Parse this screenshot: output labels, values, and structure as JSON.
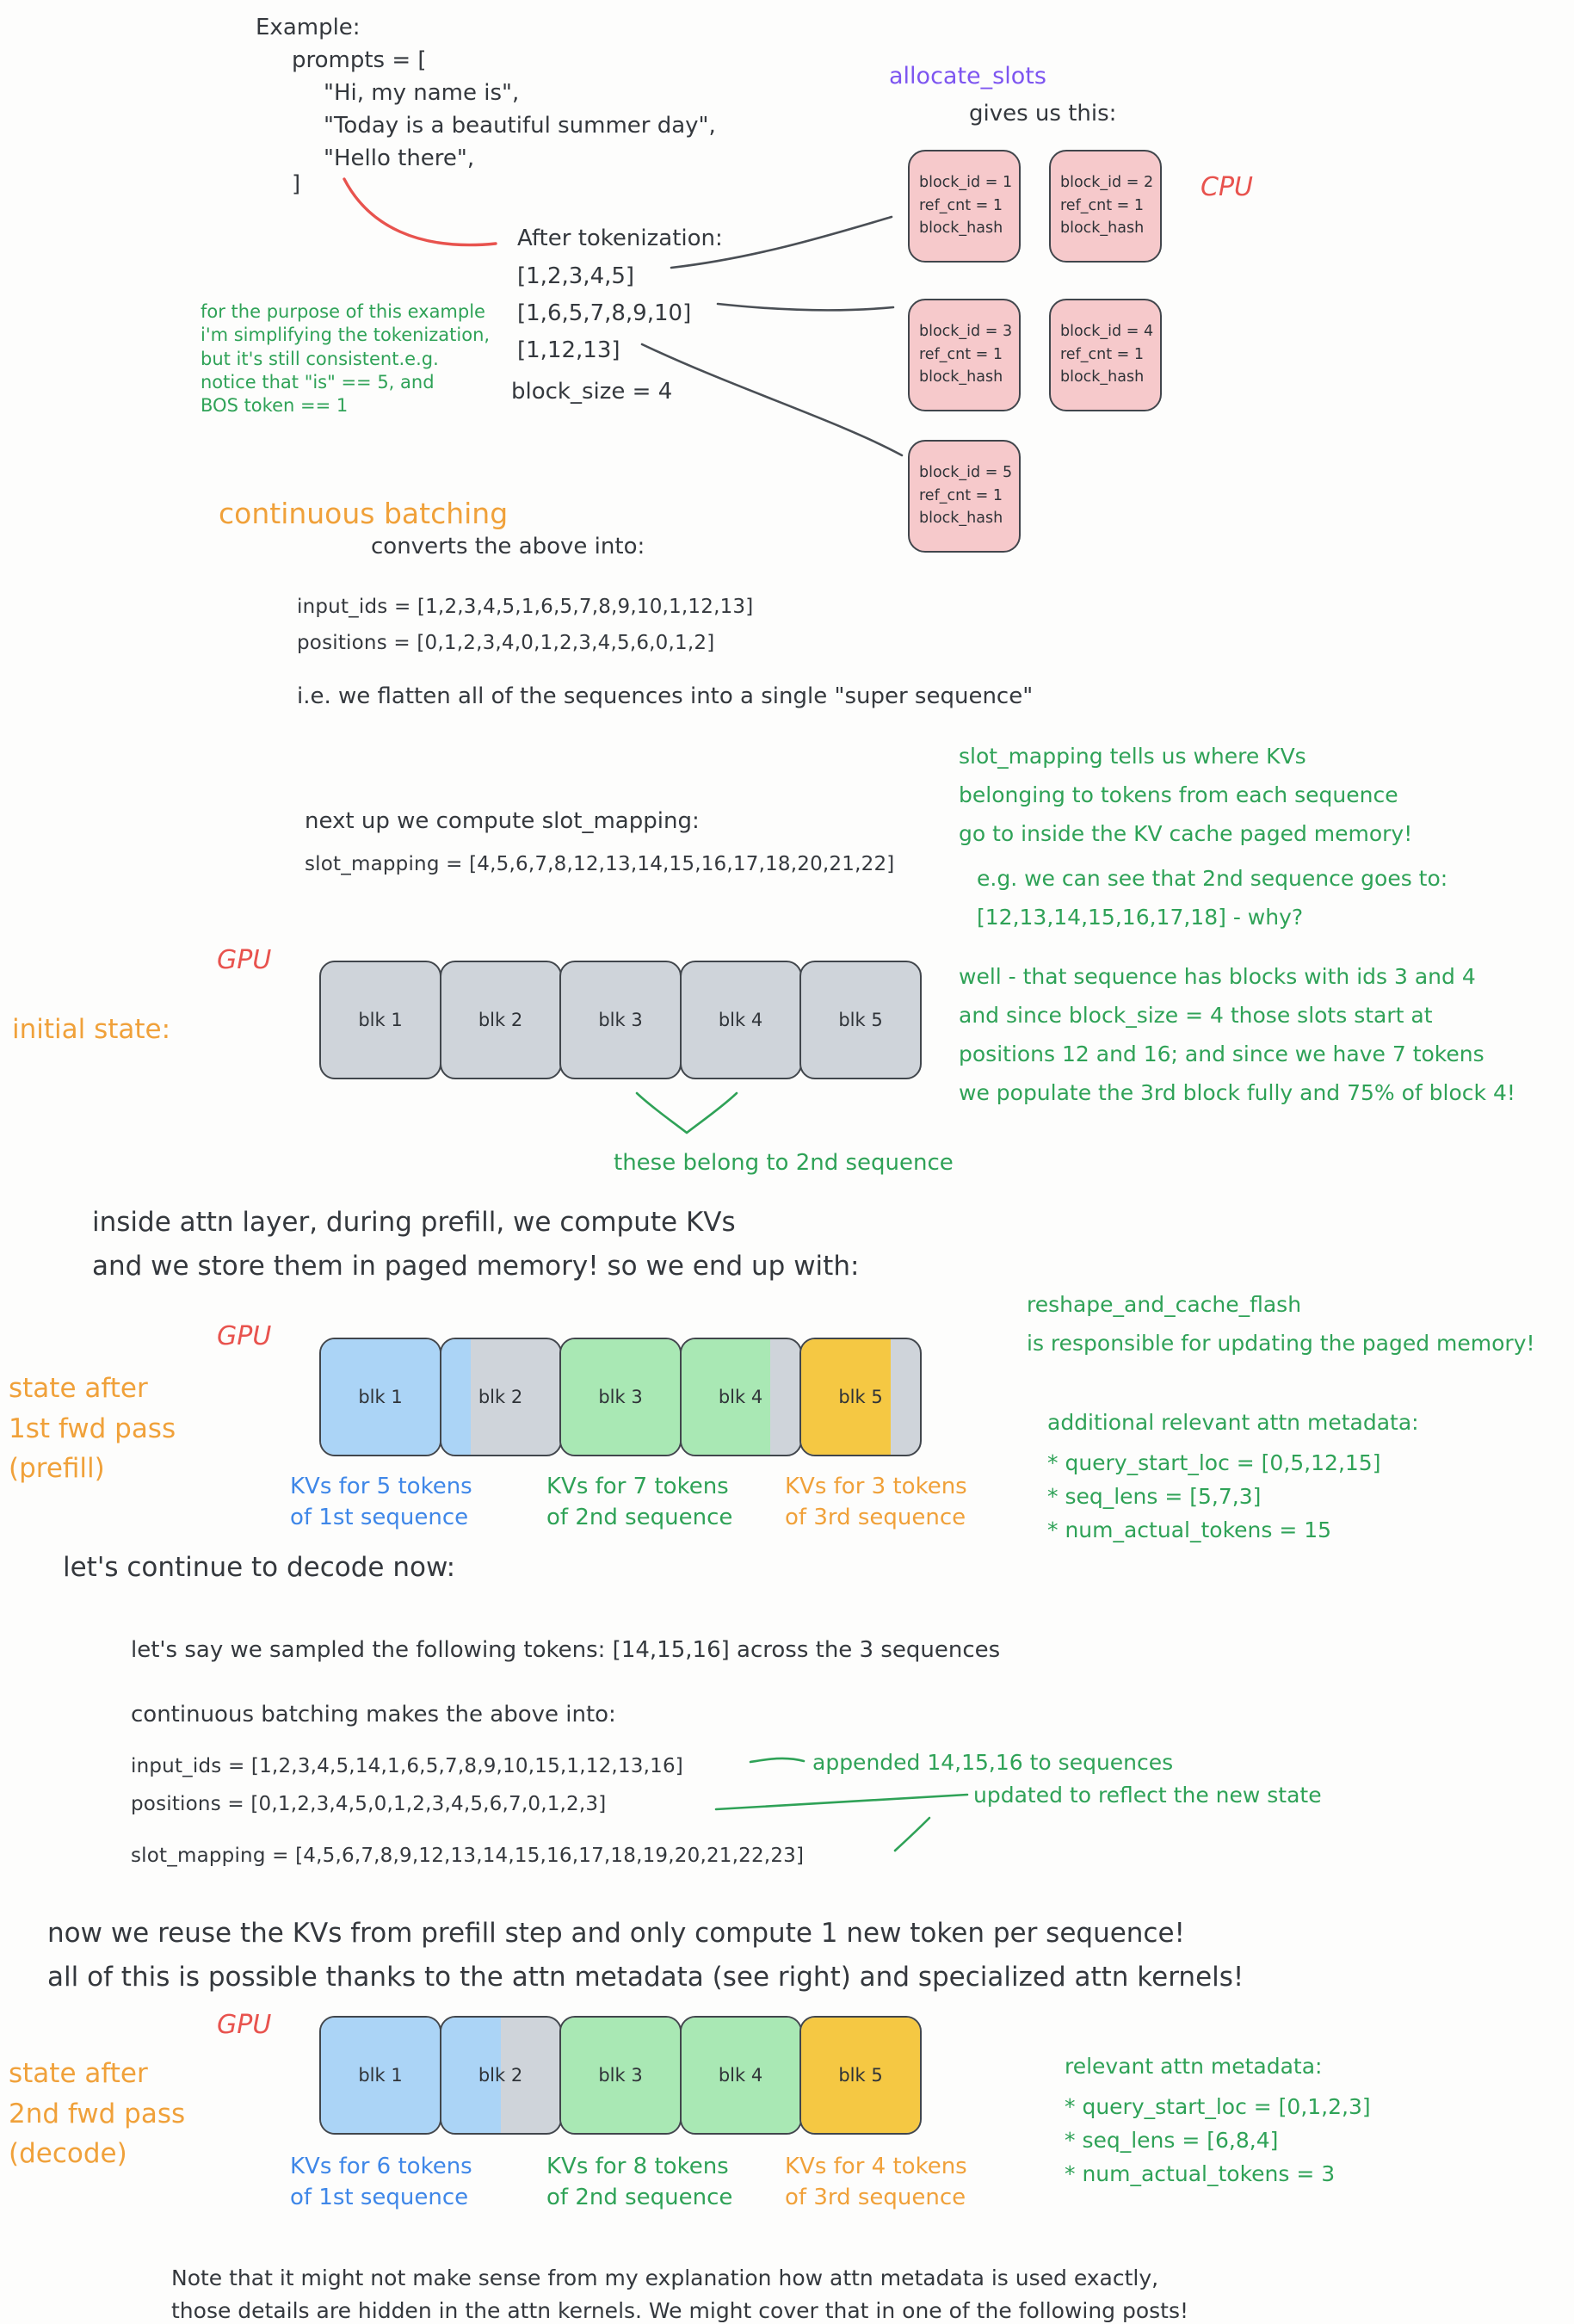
{
  "palette": {
    "ink": "#34383d",
    "orange": "#f0a13a",
    "red": "#e8534e",
    "green": "#2fa257",
    "purple": "#7d55f0",
    "blue": "#3f87e8",
    "pink_block": "#f6c9cb",
    "gray_block": "#cfd4da",
    "blue_block": "#abd4f6",
    "green_block": "#a9e8b4",
    "yellow_block": "#f5c843"
  },
  "example": {
    "title": "Example:",
    "open": "prompts = [",
    "prompts": "\"Hi, my name is\",\n\"Today is a beautiful summer day\",\n\"Hello there\",",
    "close": "]"
  },
  "tokenization": {
    "title": "After tokenization:",
    "sequences": "[1,2,3,4,5]\n[1,6,5,7,8,9,10]\n[1,12,13]",
    "block_size": "block_size = 4",
    "note": "for the purpose of this example\ni'm simplifying the tokenization,\nbut it's still consistent.e.g.\nnotice that \"is\" == 5, and\nBOS token == 1"
  },
  "allocate": {
    "fn_name": "allocate_slots",
    "gives": "gives us this:",
    "cpu_label": "CPU",
    "blocks": [
      {
        "id": "block_id = 1",
        "ref": "ref_cnt = 1",
        "hash": "block_hash"
      },
      {
        "id": "block_id = 2",
        "ref": "ref_cnt = 1",
        "hash": "block_hash"
      },
      {
        "id": "block_id = 3",
        "ref": "ref_cnt = 1",
        "hash": "block_hash"
      },
      {
        "id": "block_id = 4",
        "ref": "ref_cnt = 1",
        "hash": "block_hash"
      },
      {
        "id": "block_id = 5",
        "ref": "ref_cnt = 1",
        "hash": "block_hash"
      }
    ]
  },
  "batching": {
    "title": "continuous batching",
    "subtitle": "converts the above into:",
    "input_ids": "input_ids = [1,2,3,4,5,1,6,5,7,8,9,10,1,12,13]",
    "positions": "positions = [0,1,2,3,4,0,1,2,3,4,5,6,0,1,2]",
    "flatten": "i.e. we flatten all of the sequences into a single \"super sequence\"",
    "slot_intro": "next up we compute slot_mapping:",
    "slot_mapping": "slot_mapping = [4,5,6,7,8,12,13,14,15,16,17,18,20,21,22]"
  },
  "side_notes": {
    "slot_tells": "slot_mapping tells  us where KVs\nbelonging to tokens from each sequence\ngo to inside the KV cache paged memory!",
    "eg_second": "e.g. we can see that 2nd sequence goes to:\n[12,13,14,15,16,17,18] - why?",
    "why_blocks": "well - that sequence has blocks with ids 3 and 4\nand since block_size = 4 those slots start at\npositions 12 and 16; and since we have 7 tokens\nwe populate the 3rd block fully and 75% of block 4!",
    "belong": "these belong to 2nd sequence",
    "reshape": "reshape_and_cache_flash\nis responsible for updating the paged memory!",
    "appended": "appended 14,15,16 to sequences",
    "updated": "updated to reflect the new state"
  },
  "gpu_initial": {
    "gpu_label": "GPU",
    "state_label": "initial state:",
    "blocks": [
      {
        "label": "blk 1"
      },
      {
        "label": "blk 2"
      },
      {
        "label": "blk 3"
      },
      {
        "label": "blk 4"
      },
      {
        "label": "blk 5"
      }
    ]
  },
  "prefill": {
    "intro": "inside attn layer, during prefill, we compute KVs\nand we store them in paged memory! so we end up with:",
    "gpu_label": "GPU",
    "state_label": "state after\n1st fwd pass\n(prefill)",
    "blocks": [
      {
        "label": "blk 1",
        "fill": {
          "color": "#abd4f6",
          "pct": 100
        }
      },
      {
        "label": "blk 2",
        "fill": {
          "color": "#abd4f6",
          "pct": 25
        }
      },
      {
        "label": "blk 3",
        "fill": {
          "color": "#a9e8b4",
          "pct": 100
        }
      },
      {
        "label": "blk 4",
        "fill": {
          "color": "#a9e8b4",
          "pct": 75
        }
      },
      {
        "label": "blk 5",
        "fill": {
          "color": "#f5c843",
          "pct": 75
        }
      }
    ],
    "captions": [
      "KVs for 5 tokens\nof 1st sequence",
      "KVs for 7 tokens\nof 2nd sequence",
      "KVs for 3 tokens\nof 3rd sequence"
    ],
    "metadata_title": "additional relevant attn metadata:",
    "metadata": "* query_start_loc = [0,5,12,15]\n* seq_lens = [5,7,3]\n* num_actual_tokens = 15"
  },
  "decode": {
    "lead": "let's continue to decode now:",
    "sampled": "let's say we sampled the following tokens: [14,15,16] across the 3 sequences",
    "cb_makes": "continuous batching makes the above into:",
    "input_ids": "input_ids = [1,2,3,4,5,14,1,6,5,7,8,9,10,15,1,12,13,16]",
    "positions": "positions = [0,1,2,3,4,5,0,1,2,3,4,5,6,7,0,1,2,3]",
    "slot_mapping": "slot_mapping = [4,5,6,7,8,9,12,13,14,15,16,17,18,19,20,21,22,23]",
    "reuse": "now we reuse the KVs from prefill step and only compute 1 new token per sequence!\nall of this is possible thanks to the attn metadata (see right) and specialized attn kernels!",
    "gpu_label": "GPU",
    "state_label": "state after\n2nd fwd pass\n(decode)",
    "blocks": [
      {
        "label": "blk 1",
        "fill": {
          "color": "#abd4f6",
          "pct": 100
        }
      },
      {
        "label": "blk 2",
        "fill": {
          "color": "#abd4f6",
          "pct": 50
        }
      },
      {
        "label": "blk 3",
        "fill": {
          "color": "#a9e8b4",
          "pct": 100
        }
      },
      {
        "label": "blk 4",
        "fill": {
          "color": "#a9e8b4",
          "pct": 100
        }
      },
      {
        "label": "blk 5",
        "fill": {
          "color": "#f5c843",
          "pct": 100
        }
      }
    ],
    "captions": [
      "KVs for 6 tokens\nof 1st sequence",
      "KVs for 8 tokens\nof 2nd sequence",
      "KVs for 4 tokens\nof 3rd sequence"
    ],
    "metadata_title": "relevant attn metadata:",
    "metadata": "* query_start_loc = [0,1,2,3]\n* seq_lens = [6,8,4]\n* num_actual_tokens = 3"
  },
  "footnote": "Note that it might not make sense from my explanation how attn metadata is used exactly,\nthose details are hidden in the attn kernels. We might cover that in one of the following posts!"
}
